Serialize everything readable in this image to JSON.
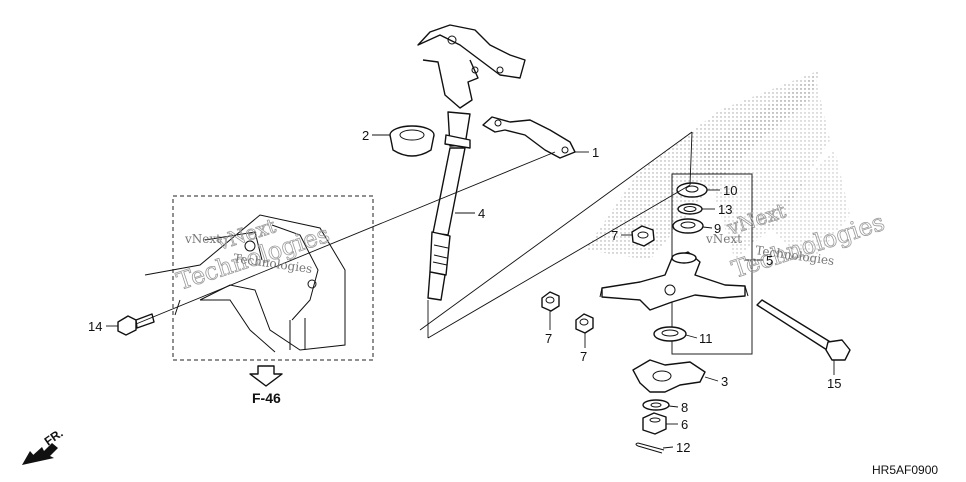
{
  "diagram": {
    "callouts": [
      "1",
      "2",
      "3",
      "4",
      "5",
      "6",
      "7",
      "7",
      "7",
      "8",
      "9",
      "10",
      "11",
      "12",
      "13",
      "14",
      "15"
    ],
    "page_ref": "F-46",
    "figure_code": "HR5AF0900",
    "direction_label": "FR.",
    "watermark_line1": "vNext",
    "watermark_line2": "Technologies"
  }
}
